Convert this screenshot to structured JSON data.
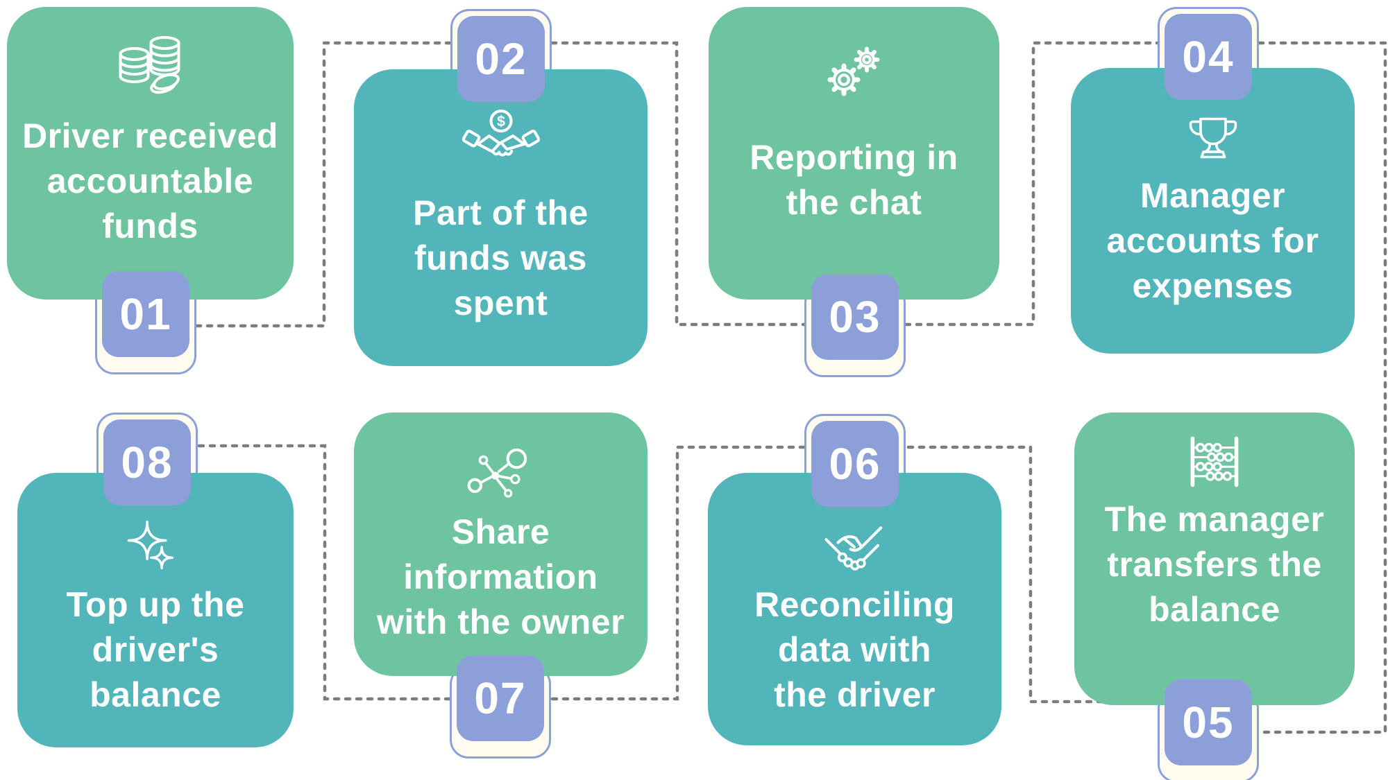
{
  "palette": {
    "card_green": "#6EC3A1",
    "card_teal": "#52B5BA",
    "badge_purple": "#8C9FD9",
    "badge_frame_fill": "#FFFBEF",
    "connector_gray": "#7C7C7C",
    "text": "#FFFFFF"
  },
  "steps": [
    {
      "number": "01",
      "icon": "coins-icon",
      "color": "green",
      "badge_position": "bottom",
      "lines": [
        "Driver received",
        "accountable",
        "funds"
      ]
    },
    {
      "number": "02",
      "icon": "handshake-dollar-icon",
      "color": "teal",
      "badge_position": "top",
      "lines": [
        "Part of the",
        "funds was",
        "spent"
      ]
    },
    {
      "number": "03",
      "icon": "gears-icon",
      "color": "green",
      "badge_position": "bottom",
      "lines": [
        "Reporting in",
        "the chat"
      ]
    },
    {
      "number": "04",
      "icon": "trophy-icon",
      "color": "teal",
      "badge_position": "top",
      "lines": [
        "Manager",
        "accounts for",
        "expenses"
      ]
    },
    {
      "number": "05",
      "icon": "abacus-icon",
      "color": "green",
      "badge_position": "bottom",
      "lines": [
        "The manager",
        "transfers the",
        "balance"
      ]
    },
    {
      "number": "06",
      "icon": "handshake-icon",
      "color": "teal",
      "badge_position": "top",
      "lines": [
        "Reconciling",
        "data with",
        "the driver"
      ]
    },
    {
      "number": "07",
      "icon": "share-network-icon",
      "color": "green",
      "badge_position": "bottom",
      "lines": [
        "Share",
        "information",
        "with the owner"
      ]
    },
    {
      "number": "08",
      "icon": "sparkle-icon",
      "color": "teal",
      "badge_position": "top",
      "lines": [
        "Top up the",
        "driver's",
        "balance"
      ]
    }
  ]
}
